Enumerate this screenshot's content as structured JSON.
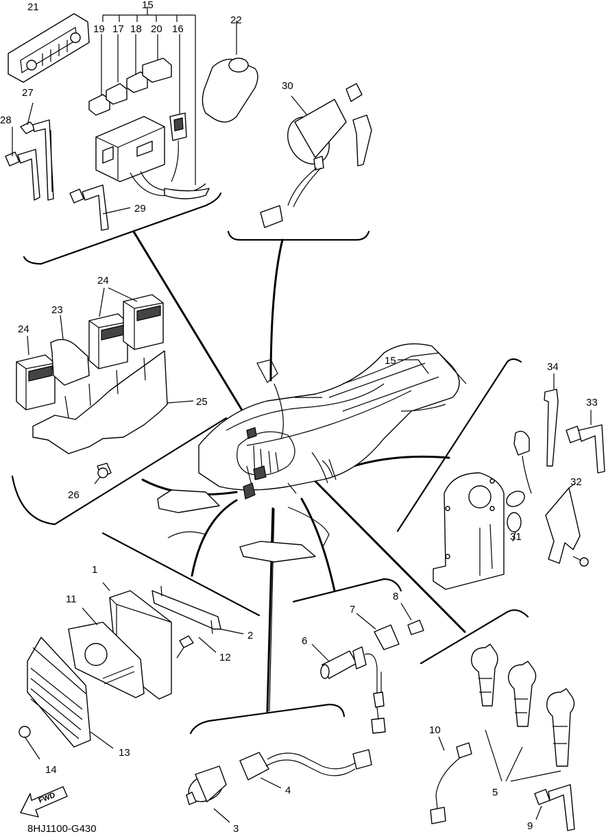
{
  "diagram": {
    "drawing_code": "8HJ1100-G430",
    "fwd_label": "FWD",
    "callouts": [
      "1",
      "2",
      "3",
      "4",
      "5",
      "6",
      "7",
      "8",
      "9",
      "10",
      "11",
      "12",
      "13",
      "14",
      "15",
      "15",
      "16",
      "17",
      "18",
      "19",
      "20",
      "21",
      "22",
      "23",
      "24",
      "24",
      "25",
      "26",
      "27",
      "28",
      "29",
      "30",
      "31",
      "32",
      "33",
      "34"
    ]
  }
}
